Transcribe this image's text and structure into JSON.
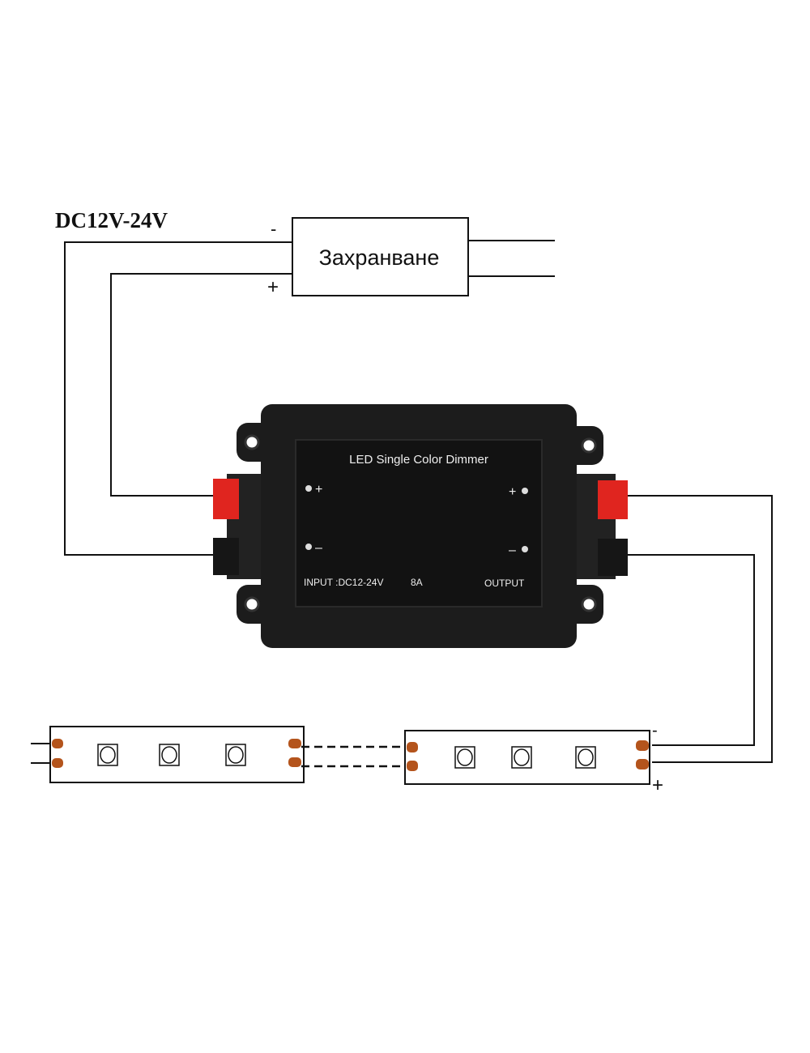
{
  "supply": {
    "voltage_label": "DC12V-24V",
    "box_label": "Захранване",
    "minus": "-",
    "plus": "+"
  },
  "controller": {
    "title": "LED Single Color Dimmer",
    "input_plus": "+",
    "input_minus": "–",
    "output_plus": "+",
    "output_minus": "–",
    "input_rating": "INPUT :DC12-24V",
    "current": "8A",
    "output_label": "OUTPUT"
  },
  "strip": {
    "minus": "-",
    "plus": "+"
  },
  "colors": {
    "terminal_red": "#e0251f",
    "pad_copper": "#b4541c",
    "body": "#1c1c1c"
  }
}
